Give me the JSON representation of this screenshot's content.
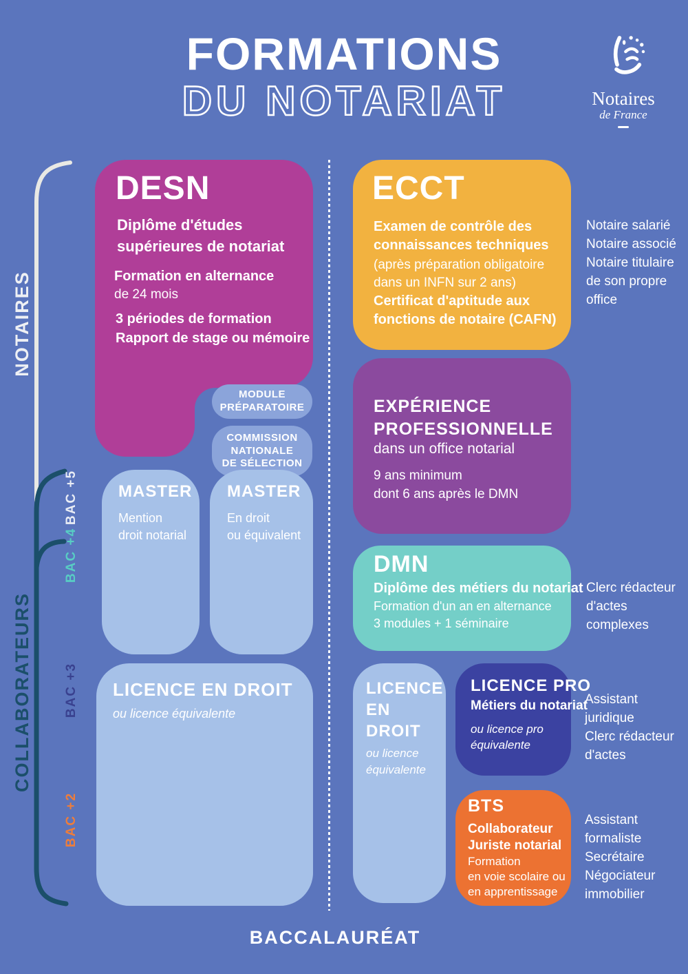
{
  "title": {
    "line1": "FORMATIONS",
    "line2": "DU NOTARIAT"
  },
  "logo": {
    "name": "Notaires",
    "sub": "de France"
  },
  "side": {
    "notaires_label": "NOTAIRES",
    "collaborateurs_label": "COLLABORATEURS",
    "bac5": "BAC +5",
    "bac4": "BAC +4",
    "bac3": "BAC +3",
    "bac2": "BAC +2"
  },
  "boxes": {
    "desn": {
      "title": "DESN",
      "subtitle": "Diplôme d'études\nsupérieures de notariat",
      "line1_bold": "Formation en alternance",
      "line1_reg": "de 24 mois",
      "line2_bold": "3 périodes de formation",
      "line3_bold": "Rapport de stage ou mémoire"
    },
    "pill_module": "MODULE\nPRÉPARATOIRE",
    "pill_commission": "COMMISSION\nNATIONALE\nDE SÉLECTION",
    "ecct": {
      "title": "ECCT",
      "bold1": "Examen de contrôle des\nconnaissances techniques",
      "reg1": "(après préparation obligatoire\ndans un INFN sur 2 ans)",
      "bold2": "Certificat d'aptitude aux\nfonctions de notaire (CAFN)"
    },
    "experience": {
      "title": "EXPÉRIENCE\nPROFESSIONNELLE",
      "sub": "dans un office notarial",
      "detail": "9 ans minimum\ndont 6 ans après le DMN"
    },
    "dmn": {
      "title": "DMN",
      "subtitle": "Diplôme des métiers du notariat",
      "line1": "Formation d'un an en alternance",
      "line2": "3 modules + 1 séminaire"
    },
    "master1": {
      "title": "MASTER",
      "detail": "Mention\ndroit notarial"
    },
    "master2": {
      "title": "MASTER",
      "detail": "En droit\nou équivalent"
    },
    "licence_left": {
      "title": "LICENCE EN DROIT",
      "sub": "ou licence équivalente"
    },
    "licence_mid": {
      "title": "LICENCE EN DROIT",
      "sub": "ou licence\néquivalente"
    },
    "licence_pro": {
      "title": "LICENCE PRO",
      "subtitle": "Métiers du notariat",
      "sub": "ou licence pro\néquivalente"
    },
    "bts": {
      "title": "BTS",
      "subtitle": "Collaborateur\nJuriste notarial",
      "detail": "Formation\nen voie scolaire ou\nen apprentissage"
    }
  },
  "annotations": {
    "ecct": "Notaire salarié\nNotaire associé\nNotaire titulaire\nde son propre\noffice",
    "dmn": "Clerc rédacteur\nd'actes complexes",
    "licence_pro": "Assistant juridique\nClerc rédacteur\nd'actes",
    "bts": "Assistant formaliste\nSecrétaire\nNégociateur\nimmobilier"
  },
  "footer": {
    "label": "BACCALAURÉAT"
  },
  "colors": {
    "background": "#5b75bd",
    "desn": "#b03e98",
    "ecct": "#f2b240",
    "experience": "#8b4a9e",
    "dmn": "#74cfc8",
    "light_box": "#a6c1e8",
    "pill": "#8ba4da",
    "licence_pro": "#3b42a1",
    "bts": "#ec7232",
    "bracket_dark": "#1b4f6a",
    "bracket_light": "#e9e9e4",
    "bac5": "#e8ecf5",
    "bac4": "#58cdc4",
    "bac3": "#39418f",
    "bac2": "#ef7d3a"
  }
}
